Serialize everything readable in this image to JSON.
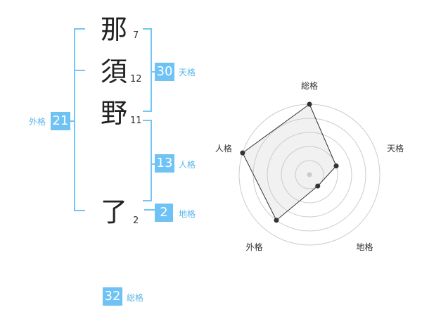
{
  "name": {
    "chars": [
      {
        "char": "那",
        "strokes": "7"
      },
      {
        "char": "須",
        "strokes": "12"
      },
      {
        "char": "野",
        "strokes": "11"
      },
      {
        "char": "了",
        "strokes": "2"
      }
    ]
  },
  "kaku": {
    "ten": {
      "value": "30",
      "label": "天格"
    },
    "jin": {
      "value": "13",
      "label": "人格"
    },
    "chi": {
      "value": "2",
      "label": "地格"
    },
    "gai": {
      "value": "21",
      "label": "外格"
    },
    "sou": {
      "value": "32",
      "label": "総格"
    }
  },
  "colors": {
    "accent": "#6ec3f4",
    "label": "#59b6ea",
    "line": "#72c5f4"
  },
  "chart_data": {
    "type": "radar",
    "axes": [
      "総格",
      "天格",
      "地格",
      "外格",
      "人格"
    ],
    "max": 5,
    "values": [
      5,
      2,
      1,
      4,
      5
    ]
  }
}
